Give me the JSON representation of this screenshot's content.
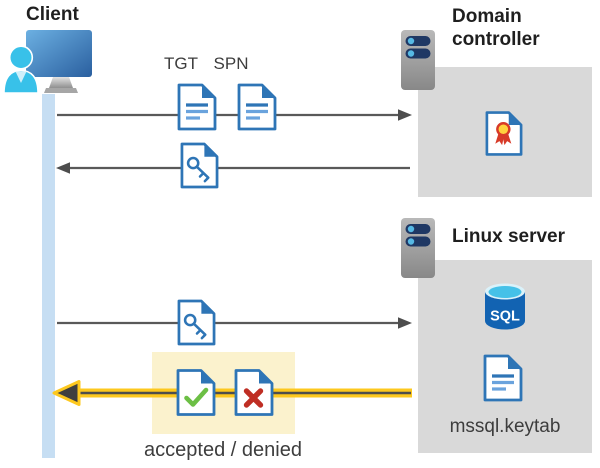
{
  "diagram": {
    "client": {
      "label": "Client"
    },
    "domain_controller": {
      "label": "Domain controller"
    },
    "linux_server": {
      "label": "Linux server"
    },
    "ticket_labels": {
      "tgt": "TGT",
      "spn": "SPN"
    },
    "sql_database_label": "SQL",
    "keytab_file_label": "mssql.keytab",
    "result_label": "accepted / denied"
  },
  "icons": {
    "client": "person-at-monitor-icon",
    "server": "server-tower-icon",
    "tgt_document": "document-icon",
    "spn_document": "document-icon",
    "service_ticket": "key-document-icon",
    "certificate": "certificate-document-icon",
    "sql_database": "sql-database-icon",
    "keytab_document": "document-icon",
    "accepted": "check-document-icon",
    "denied": "cross-document-icon"
  },
  "colors": {
    "document_blue": "#2e75b6",
    "document_line_light": "#6aa3dd",
    "box_gray": "#d9d9d9",
    "timeline_blue": "#c6def3",
    "highlight_yellow_bg": "#fbf2cd",
    "arrow_gray": "#595959",
    "arrow_yellow": "#fdc81e",
    "check_green": "#6cbf45",
    "cross_red": "#bf2e24",
    "cert_red": "#d73a28",
    "cert_gold": "#ffd23e",
    "sql_body_blue": "#1263b2",
    "sql_top_cyan": "#45c1e8",
    "person_cyan": "#38c1e9",
    "server_pill_navy": "#1f3864",
    "server_dot_blue": "#56b9e4"
  }
}
